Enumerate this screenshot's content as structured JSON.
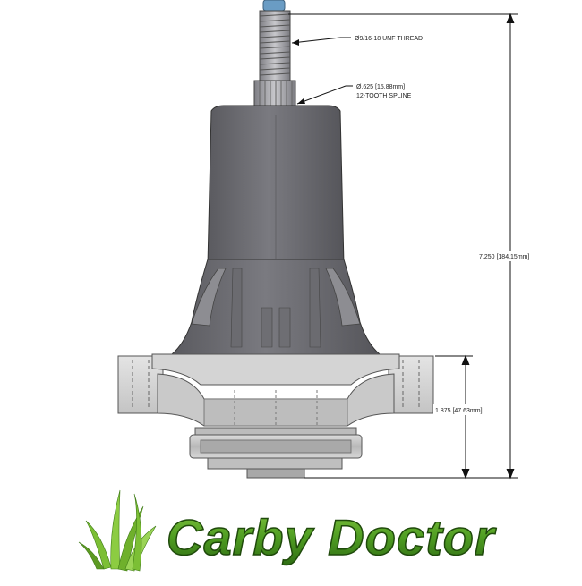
{
  "annotations": {
    "thread": "Ø9/16-18 UNF THREAD",
    "spline_line1": "Ø.625 [15.88mm]",
    "spline_line2": "12-TOOTH SPLINE",
    "overall_height": "7.250 [184.15mm]",
    "flange_height": "1.875 [47.63mm]"
  },
  "logo": {
    "text": "Carby Doctor",
    "icon": "grass-icon"
  },
  "colors": {
    "body_dark": "#616166",
    "body_mid": "#75757a",
    "housing_light": "#c5c5c5",
    "flange_light": "#d8d8d8",
    "shaft_steel": "#9a9aa0",
    "logo_green": "#4f9d22",
    "logo_dark_green": "#2a5e12",
    "grass_green": "#7cbf35"
  }
}
